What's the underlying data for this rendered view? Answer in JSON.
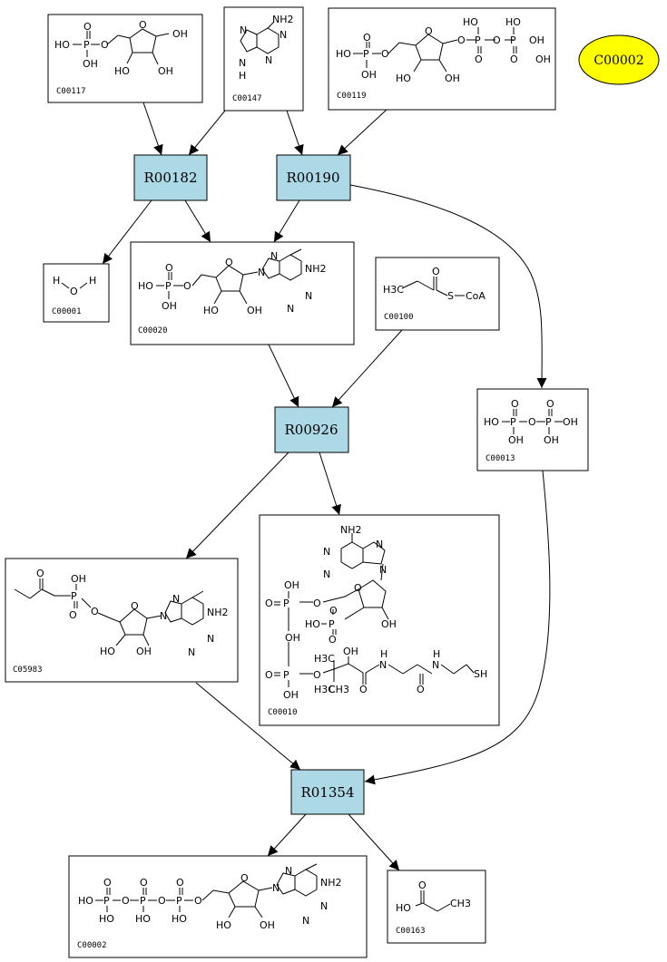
{
  "highlight": {
    "label": "C00002",
    "color": "#ffff00"
  },
  "reaction_color": "#add8e6",
  "reactions": [
    {
      "id": "R00182",
      "label": "R00182"
    },
    {
      "id": "R00190",
      "label": "R00190"
    },
    {
      "id": "R00926",
      "label": "R00926"
    },
    {
      "id": "R01354",
      "label": "R01354"
    }
  ],
  "compounds": [
    {
      "id": "C00117",
      "label": "C00117",
      "texts": [
        "HO",
        "P",
        "O",
        "O",
        "OH",
        "O",
        "OH",
        "OH",
        "HO"
      ]
    },
    {
      "id": "C00147",
      "label": "C00147",
      "texts": [
        "NH2",
        "N",
        "N",
        "N",
        "N",
        "H"
      ]
    },
    {
      "id": "C00119",
      "label": "C00119",
      "texts": [
        "HO",
        "P",
        "O",
        "O",
        "OH",
        "O",
        "O",
        "P",
        "O",
        "O",
        "HO",
        "P",
        "O",
        "OH",
        "HO",
        "HO",
        "OH",
        "OH"
      ]
    },
    {
      "id": "C00001",
      "label": "C00001",
      "texts": [
        "H",
        "O",
        "H"
      ]
    },
    {
      "id": "C00020",
      "label": "C00020",
      "texts": [
        "HO",
        "P",
        "O",
        "O",
        "OH",
        "O",
        "N",
        "N",
        "NH2",
        "N",
        "N",
        "HO",
        "OH"
      ]
    },
    {
      "id": "C00100",
      "label": "C00100",
      "texts": [
        "H3C",
        "O",
        "S",
        "CoA"
      ]
    },
    {
      "id": "C00013",
      "label": "C00013",
      "texts": [
        "O",
        "O",
        "HO",
        "P",
        "O",
        "P",
        "OH",
        "OH",
        "OH"
      ]
    },
    {
      "id": "C05983",
      "label": "C05983",
      "texts": [
        "O",
        "OH",
        "P",
        "O",
        "O",
        "O",
        "N",
        "N",
        "NH2",
        "N",
        "N",
        "HO",
        "OH"
      ]
    },
    {
      "id": "C00010",
      "label": "C00010",
      "texts": [
        "NH2",
        "N",
        "N",
        "N",
        "N",
        "OH",
        "O",
        "P",
        "O",
        "O",
        "HO",
        "P",
        "O",
        "OH",
        "O",
        "OH",
        "O",
        "P",
        "O",
        "H3C",
        "OH",
        "N",
        "H",
        "N",
        "H",
        "SH",
        "H3C",
        "CH3",
        "O",
        "O",
        "OH"
      ]
    },
    {
      "id": "C00002",
      "label": "C00002",
      "texts": [
        "HO",
        "P",
        "O",
        "P",
        "O",
        "P",
        "O",
        "O",
        "O",
        "O",
        "HO",
        "HO",
        "HO",
        "N",
        "N",
        "NH2",
        "N",
        "N",
        "OH",
        "HO",
        "O"
      ]
    },
    {
      "id": "C00163",
      "label": "C00163",
      "texts": [
        "O",
        "HO",
        "CH3"
      ]
    }
  ]
}
